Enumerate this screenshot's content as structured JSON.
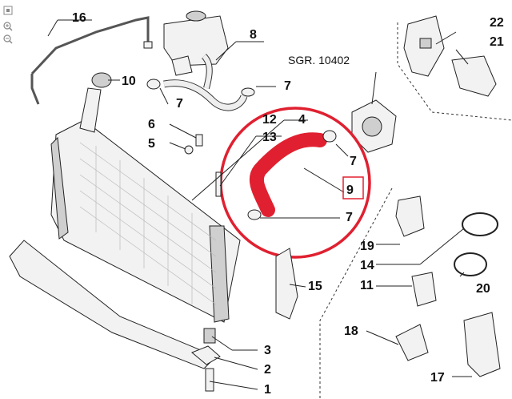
{
  "toolbar": {
    "zoom_fit_icon": "zoom-fit-icon",
    "zoom_in_icon": "zoom-in-icon",
    "zoom_out_icon": "zoom-out-icon"
  },
  "diagram": {
    "reference_label": "SGR. 10402",
    "highlight_color": "#e02030",
    "callouts": {
      "c1": "1",
      "c2": "2",
      "c3": "3",
      "c4": "4",
      "c5": "5",
      "c6": "6",
      "c7a": "7",
      "c7b": "7",
      "c7c": "7",
      "c7d": "7",
      "c8": "8",
      "c9": "9",
      "c10": "10",
      "c11": "11",
      "c12": "12",
      "c13": "13",
      "c14": "14",
      "c15": "15",
      "c16": "16",
      "c17": "17",
      "c18": "18",
      "c19": "19",
      "c20": "20",
      "c21": "21",
      "c22": "22"
    }
  }
}
